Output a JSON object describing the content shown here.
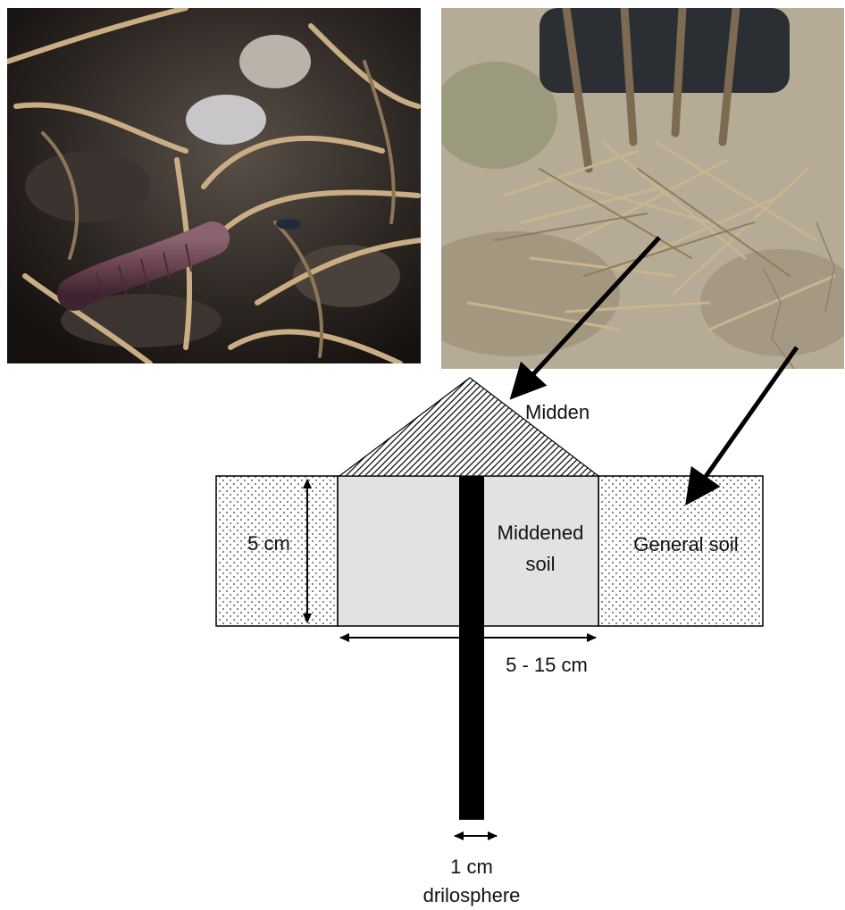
{
  "labels": {
    "midden": "Midden",
    "middened_soil_line1": "Middened",
    "middened_soil_line2": "soil",
    "general_soil": "General soil",
    "depth": "5 cm",
    "width": "5 - 15 cm",
    "burrow_width": "1 cm",
    "drilosphere": "drilosphere"
  },
  "colors": {
    "middened_soil_fill": "#e3e2e3",
    "general_soil_fill": "#ffffff",
    "burrow_fill": "#000000",
    "midden_hatch": "#000000"
  }
}
